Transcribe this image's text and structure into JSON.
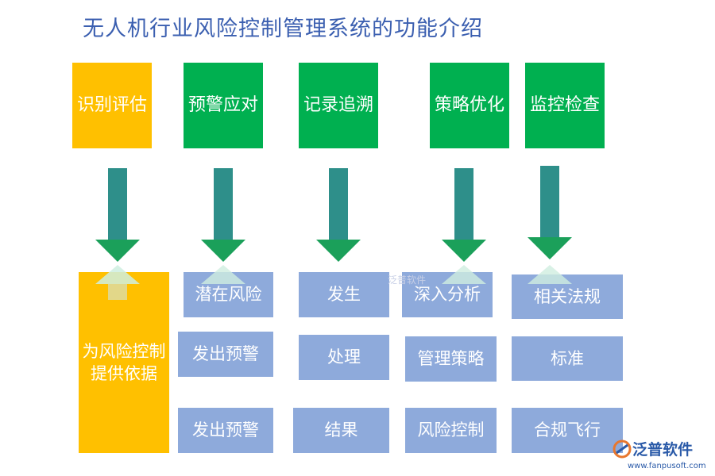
{
  "title": "无人机行业风险控制管理系统的功能介绍",
  "columns": [
    {
      "header": "识别评估",
      "header_color": "#ffc000",
      "items": [
        "为风险控制\n提供依据"
      ]
    },
    {
      "header": "预警应对",
      "header_color": "#00b050",
      "items": [
        "潜在风险",
        "发出预警",
        "发出预警"
      ]
    },
    {
      "header": "记录追溯",
      "header_color": "#00b050",
      "items": [
        "发生",
        "处理",
        "结果"
      ]
    },
    {
      "header": "策略优化",
      "header_color": "#00b050",
      "items": [
        "深入分析",
        "管理策略",
        "风险控制"
      ]
    },
    {
      "header": "监控检查",
      "header_color": "#00b050",
      "items": [
        "相关法规",
        "标准",
        "合规飞行"
      ]
    }
  ],
  "colors": {
    "title": "#3b5fb0",
    "green": "#00b050",
    "yellow": "#ffc000",
    "blue": "#8eaadb",
    "arrow_head": "#1ba05a",
    "arrow_body": "#2e8f8a"
  },
  "watermark": {
    "center_text": "泛普软件",
    "logo_text": "泛普软件",
    "logo_url": "www.fanpusoft.com"
  }
}
